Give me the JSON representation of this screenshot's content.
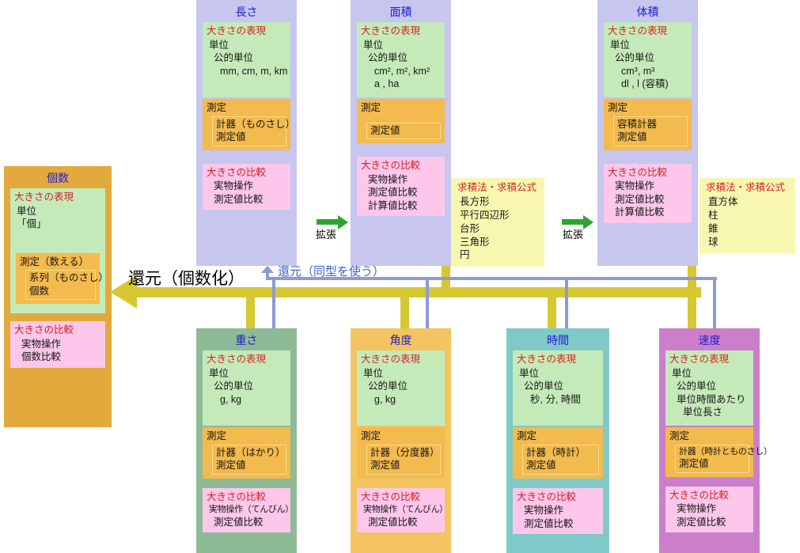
{
  "labels": {
    "expand": "拡張",
    "reduce_count": "還元（個数化）",
    "reduce_isomorph": "還元（同型を使う）"
  },
  "colors": {
    "panel_lavender": "#c6c6ee",
    "panel_kosu": "#e2a93c",
    "panel_weight": "#8eba98",
    "panel_angle": "#f3c45f",
    "panel_time": "#7fc9c9",
    "panel_speed": "#cb7fcb",
    "expression_green": "#c5eaba",
    "measurement_orange": "#f3ba4d",
    "comparison_pink": "#fcc7eb",
    "formula_yellow": "#f7f7b0",
    "arrow_green": "#2fa52f",
    "arrow_yellow": "#d6c832",
    "line_blue": "#8c9adb",
    "title_blue": "#2222cc",
    "section_red": "#d42222"
  },
  "boxes": {
    "kosu": {
      "title": "個数",
      "expression": {
        "title": "大きさの表現",
        "items": [
          "単位",
          "「個」"
        ]
      },
      "measurement": {
        "label": "測定（数える）",
        "items": [
          "系列（ものさし）",
          "個数"
        ]
      },
      "comparison": {
        "title": "大きさの比較",
        "items": [
          "実物操作",
          "個数比較"
        ]
      }
    },
    "length": {
      "title": "長さ",
      "expression": {
        "title": "大きさの表現",
        "items": [
          "単位",
          "公的単位",
          "mm, cm, m, km"
        ]
      },
      "measurement": {
        "label": "測定",
        "items": [
          "計器（ものさし）",
          "測定値"
        ]
      },
      "comparison": {
        "title": "大きさの比較",
        "items": [
          "実物操作",
          "測定値比較"
        ]
      }
    },
    "area": {
      "title": "面積",
      "expression": {
        "title": "大きさの表現",
        "items": [
          "単位",
          "公的単位",
          "cm², m², km²",
          "a , ha"
        ]
      },
      "measurement": {
        "label": "測定",
        "items": [
          "測定値"
        ]
      },
      "comparison": {
        "title": "大きさの比較",
        "items": [
          "実物操作",
          "測定値比較",
          "計算値比較"
        ]
      },
      "formula": {
        "title": "求積法・求積公式",
        "items": [
          "長方形",
          "平行四辺形",
          "台形",
          "三角形",
          "円"
        ]
      }
    },
    "volume": {
      "title": "体積",
      "expression": {
        "title": "大きさの表現",
        "items": [
          "単位",
          "公的単位",
          "cm³, m³",
          "dl , l (容積)"
        ]
      },
      "measurement": {
        "label": "測定",
        "items": [
          "容積計器",
          "測定値"
        ]
      },
      "comparison": {
        "title": "大きさの比較",
        "items": [
          "実物操作",
          "測定値比較",
          "計算値比較"
        ]
      },
      "formula": {
        "title": "求積法・求積公式",
        "items": [
          "直方体",
          "柱",
          "錐",
          "球"
        ]
      }
    },
    "weight": {
      "title": "重さ",
      "expression": {
        "title": "大きさの表現",
        "items": [
          "単位",
          "公的単位",
          "g, kg"
        ]
      },
      "measurement": {
        "label": "測定",
        "items": [
          "計器（はかり）",
          "測定値"
        ]
      },
      "comparison": {
        "title": "大きさの比較",
        "items": [
          "実物操作（てんびん）",
          "測定値比較"
        ]
      }
    },
    "angle": {
      "title": "角度",
      "expression": {
        "title": "大きさの表現",
        "items": [
          "単位",
          "公的単位",
          "g, kg"
        ]
      },
      "measurement": {
        "label": "測定",
        "items": [
          "計器（分度器）",
          "測定値"
        ]
      },
      "comparison": {
        "title": "大きさの比較",
        "items": [
          "実物操作（てんびん）",
          "測定値比較"
        ]
      }
    },
    "time": {
      "title": "時間",
      "expression": {
        "title": "大きさの表現",
        "items": [
          "単位",
          "公的単位",
          "秒, 分, 時間"
        ]
      },
      "measurement": {
        "label": "測定",
        "items": [
          "計器（時計）",
          "測定値"
        ]
      },
      "comparison": {
        "title": "大きさの比較",
        "items": [
          "実物操作",
          "測定値比較"
        ]
      }
    },
    "speed": {
      "title": "速度",
      "expression": {
        "title": "大きさの表現",
        "items": [
          "単位",
          "公的単位",
          "単位時間あたり",
          "単位長さ"
        ]
      },
      "measurement": {
        "label": "測定",
        "items": [
          "計器（時計とものさし）",
          "測定値"
        ]
      },
      "comparison": {
        "title": "大きさの比較",
        "items": [
          "実物操作",
          "測定値比較"
        ]
      }
    }
  }
}
